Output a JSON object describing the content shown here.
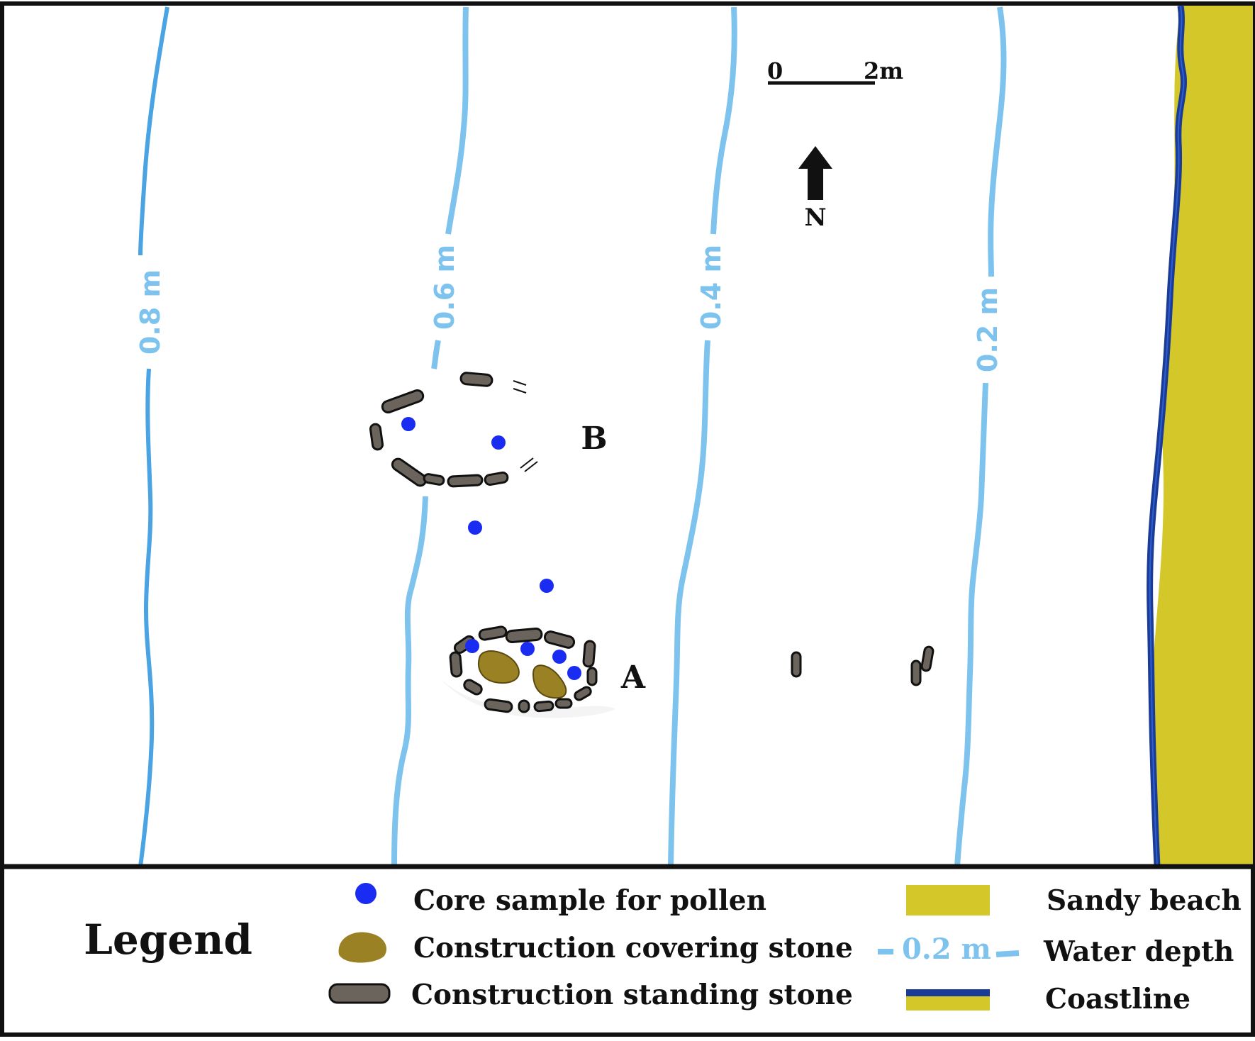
{
  "map": {
    "scale_bar": {
      "start_label": "0",
      "end_label": "2m"
    },
    "north_label": "N",
    "contours": [
      {
        "label": "0.8 m",
        "color": "#4aa3e2"
      },
      {
        "label": "0.6 m",
        "color": "#7ec3ee"
      },
      {
        "label": "0.4 m",
        "color": "#7ec3ee"
      },
      {
        "label": "0.2 m",
        "color": "#7ec3ee"
      }
    ],
    "structures": [
      {
        "label": "B"
      },
      {
        "label": "A"
      }
    ],
    "colors": {
      "core_sample": "#1a2cf2",
      "covering_stone": "#9a8224",
      "standing_stone": "#6b645c",
      "sandy_beach": "#d4c72a",
      "coastline": "#1b3c96",
      "water_depth": "#7ec3ee"
    }
  },
  "legend": {
    "title": "Legend",
    "items": [
      {
        "label": "Core sample for pollen",
        "icon": "blue-dot-icon"
      },
      {
        "label": "Construction covering stone",
        "icon": "covering-stone-icon"
      },
      {
        "label": "Construction standing stone",
        "icon": "standing-stone-icon"
      },
      {
        "label": "Sandy beach",
        "icon": "sandy-beach-swatch"
      },
      {
        "label": "Water depth",
        "icon": "water-depth-line",
        "sample_value": "0.2 m"
      },
      {
        "label": "Coastline",
        "icon": "coastline-swatch"
      }
    ]
  }
}
